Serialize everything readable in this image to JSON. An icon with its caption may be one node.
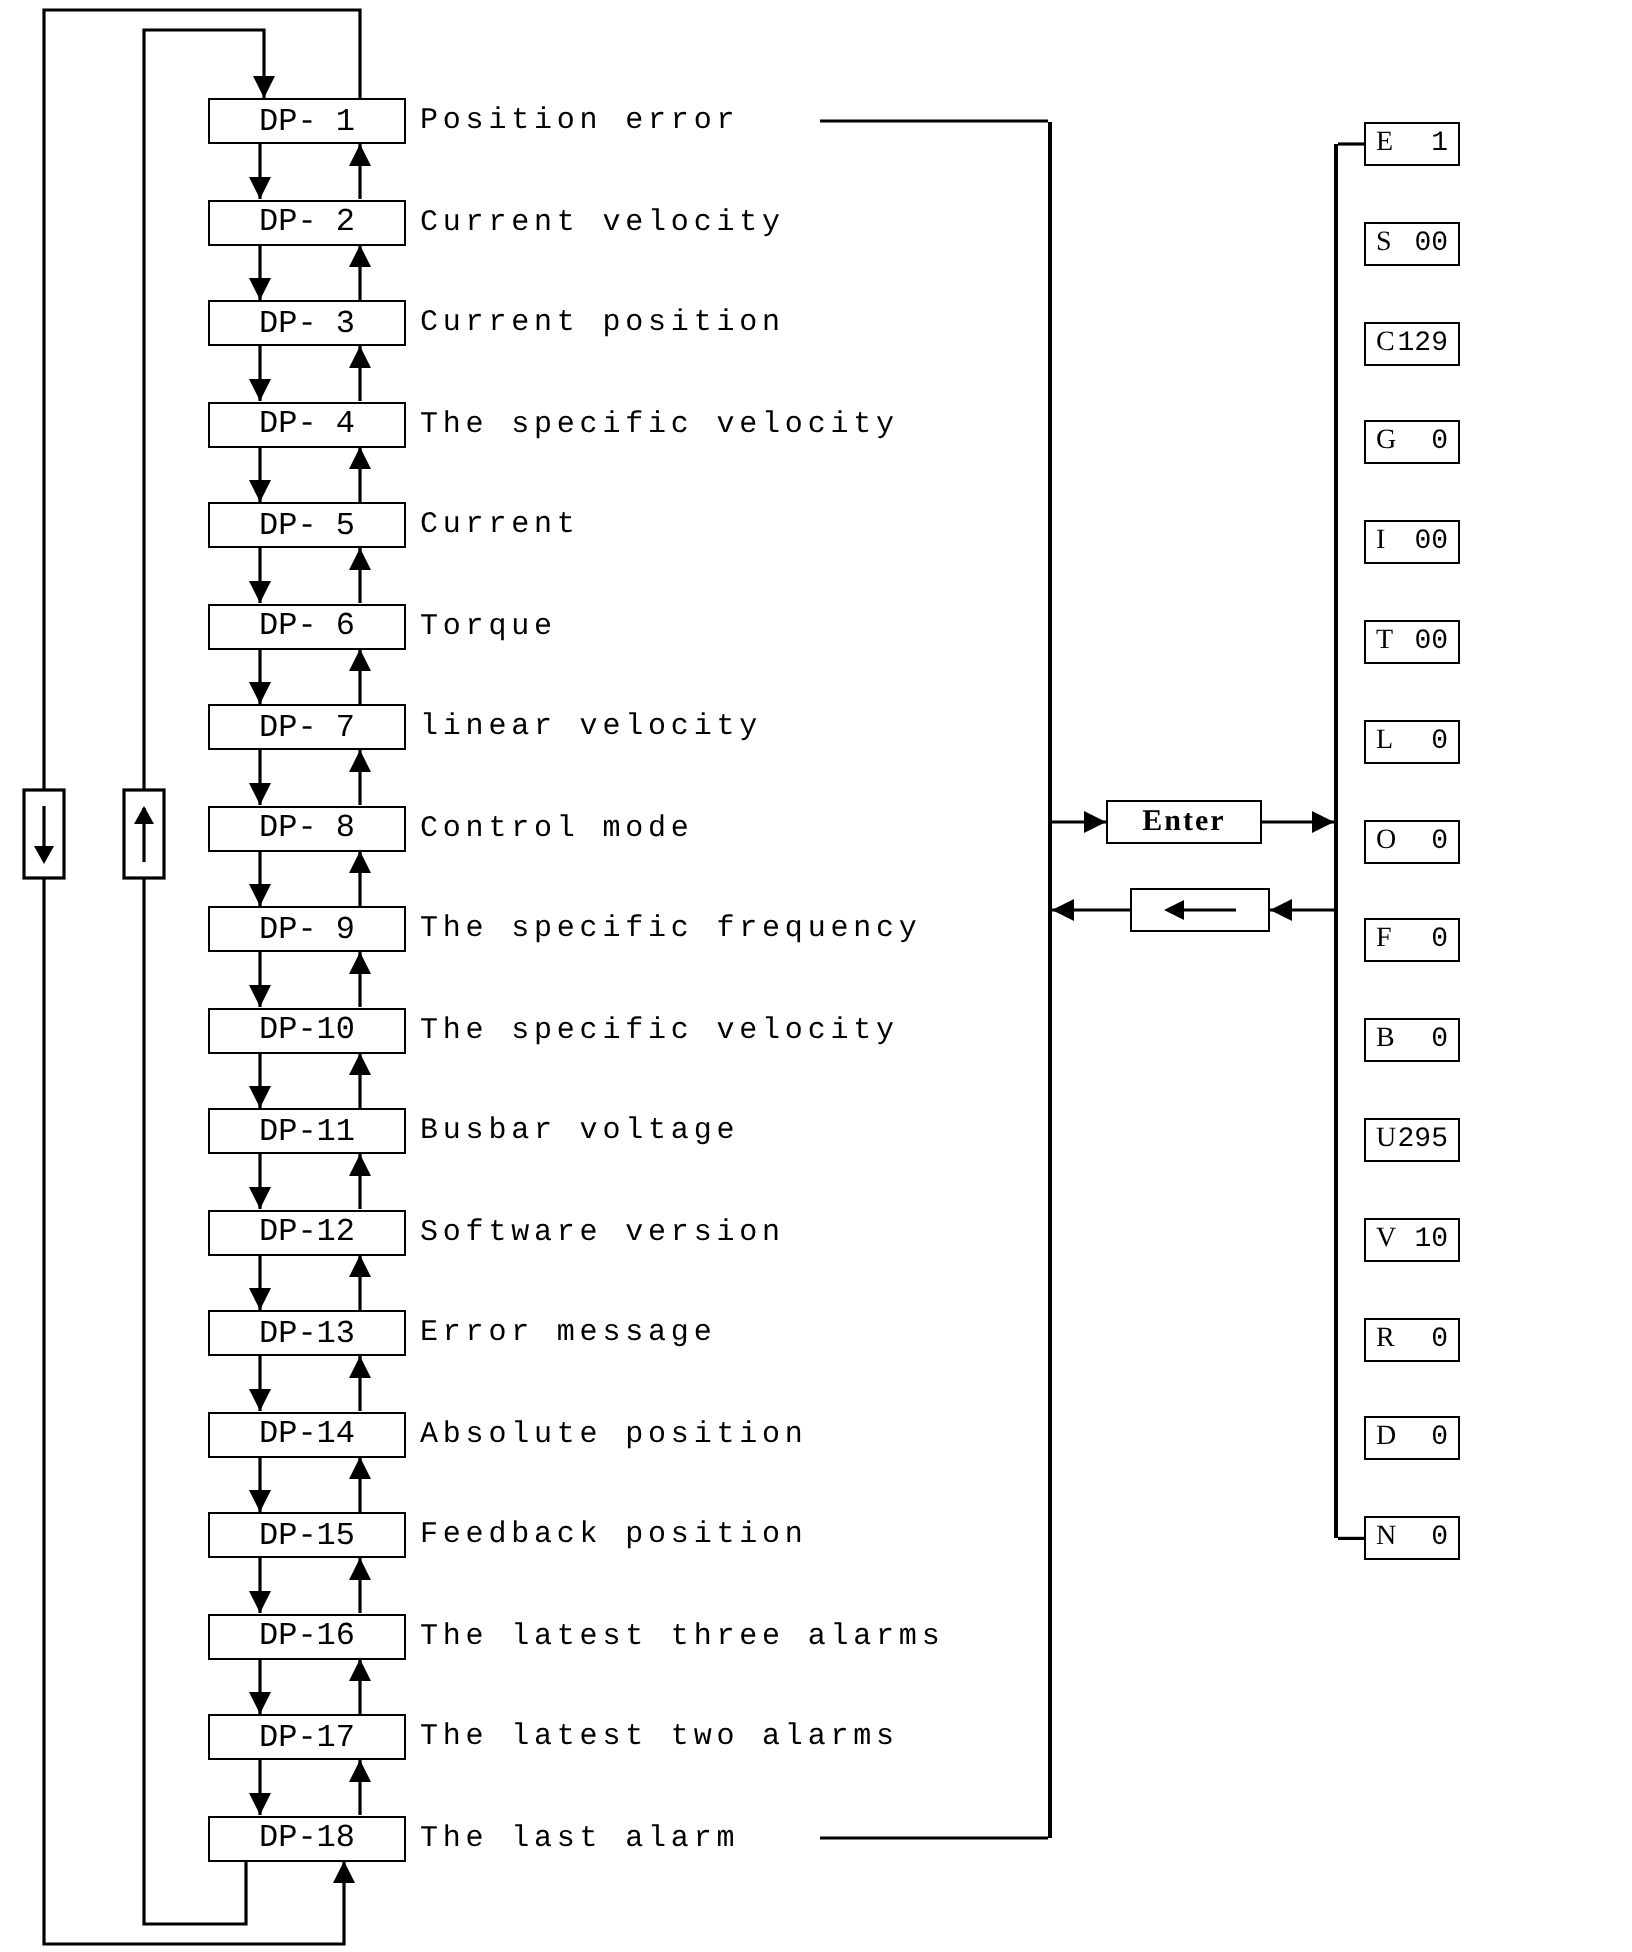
{
  "diagram": {
    "nodes": [
      {
        "text": [
          "DP- 1"
        ],
        "beside": [
          "Position error"
        ]
      },
      {
        "text": [
          "DP- 2"
        ],
        "beside": [
          "Current velocity"
        ]
      },
      {
        "text": [
          "DP- 3"
        ],
        "beside": [
          "Current position"
        ]
      },
      {
        "text": [
          "DP- 4"
        ],
        "beside": [
          "The specific velocity"
        ]
      },
      {
        "text": [
          "DP- 5"
        ],
        "beside": [
          "Current"
        ]
      },
      {
        "text": [
          "DP- 6"
        ],
        "beside": [
          "Torque"
        ]
      },
      {
        "text": [
          "DP- 7"
        ],
        "beside": [
          "linear velocity"
        ]
      },
      {
        "text": [
          "DP- 8"
        ],
        "beside": [
          "Control mode"
        ]
      },
      {
        "text": [
          "DP- 9"
        ],
        "beside": [
          "The specific frequency"
        ]
      },
      {
        "text": [
          "DP-10"
        ],
        "beside": [
          "The specific velocity"
        ]
      },
      {
        "text": [
          "DP-11"
        ],
        "beside": [
          "Busbar voltage"
        ]
      },
      {
        "text": [
          "DP-12"
        ],
        "beside": [
          "Software version"
        ]
      },
      {
        "text": [
          "DP-13"
        ],
        "beside": [
          "Error message"
        ]
      },
      {
        "text": [
          "DP-14"
        ],
        "beside": [
          "Absolute position"
        ]
      },
      {
        "text": [
          "DP-15"
        ],
        "beside": [
          "Feedback position"
        ]
      },
      {
        "text": [
          "DP-16"
        ],
        "beside": [
          "The latest three alarms"
        ]
      },
      {
        "text": [
          "DP-17"
        ],
        "beside": [
          "The latest two alarms"
        ]
      },
      {
        "text": [
          "DP-18"
        ],
        "beside": [
          "The last alarm"
        ]
      },
      {
        "text": [
          "E",
          "1"
        ]
      },
      {
        "text": [
          "S",
          "00"
        ]
      },
      {
        "text": [
          "C",
          "129"
        ]
      },
      {
        "text": [
          "G",
          "0"
        ]
      },
      {
        "text": [
          "I",
          "00"
        ]
      },
      {
        "text": [
          "T",
          "00"
        ]
      },
      {
        "text": [
          "L",
          "0"
        ]
      },
      {
        "text": [
          "O",
          "0"
        ]
      },
      {
        "text": [
          "F",
          "0"
        ]
      },
      {
        "text": [
          "B",
          "0"
        ]
      },
      {
        "text": [
          "U",
          "295"
        ]
      },
      {
        "text": [
          "V",
          "10"
        ]
      },
      {
        "text": [
          "R",
          "0"
        ]
      },
      {
        "text": [
          "D",
          "0"
        ]
      },
      {
        "text": [
          "N",
          "0"
        ]
      },
      {
        "text": [
          "Enter"
        ]
      },
      {
        "text": [],
        "shape": "box"
      },
      {
        "text": [],
        "shape": "bar"
      },
      {
        "text": [],
        "shape": "bar"
      }
    ],
    "edges": [
      {
        "from": 0,
        "to": 1,
        "arrow": "to"
      },
      {
        "from": 1,
        "to": 0,
        "arrow": "to"
      },
      {
        "from": 1,
        "to": 2,
        "arrow": "to"
      },
      {
        "from": 2,
        "to": 1,
        "arrow": "to"
      },
      {
        "from": 2,
        "to": 3,
        "arrow": "to"
      },
      {
        "from": 3,
        "to": 2,
        "arrow": "to"
      },
      {
        "from": 3,
        "to": 4,
        "arrow": "to"
      },
      {
        "from": 4,
        "to": 3,
        "arrow": "to"
      },
      {
        "from": 4,
        "to": 5,
        "arrow": "to"
      },
      {
        "from": 5,
        "to": 4,
        "arrow": "to"
      },
      {
        "from": 5,
        "to": 6,
        "arrow": "to"
      },
      {
        "from": 6,
        "to": 5,
        "arrow": "to"
      },
      {
        "from": 6,
        "to": 7,
        "arrow": "to"
      },
      {
        "from": 7,
        "to": 6,
        "arrow": "to"
      },
      {
        "from": 7,
        "to": 8,
        "arrow": "to"
      },
      {
        "from": 8,
        "to": 7,
        "arrow": "to"
      },
      {
        "from": 8,
        "to": 9,
        "arrow": "to"
      },
      {
        "from": 9,
        "to": 8,
        "arrow": "to"
      },
      {
        "from": 9,
        "to": 10,
        "arrow": "to"
      },
      {
        "from": 10,
        "to": 9,
        "arrow": "to"
      },
      {
        "from": 10,
        "to": 11,
        "arrow": "to"
      },
      {
        "from": 11,
        "to": 10,
        "arrow": "to"
      },
      {
        "from": 11,
        "to": 12,
        "arrow": "to"
      },
      {
        "from": 12,
        "to": 11,
        "arrow": "to"
      },
      {
        "from": 12,
        "to": 13,
        "arrow": "to"
      },
      {
        "from": 13,
        "to": 12,
        "arrow": "to"
      },
      {
        "from": 13,
        "to": 14,
        "arrow": "to"
      },
      {
        "from": 14,
        "to": 13,
        "arrow": "to"
      },
      {
        "from": 14,
        "to": 15,
        "arrow": "to"
      },
      {
        "from": 15,
        "to": 14,
        "arrow": "to"
      },
      {
        "from": 15,
        "to": 16,
        "arrow": "to"
      },
      {
        "from": 16,
        "to": 15,
        "arrow": "to"
      },
      {
        "from": 16,
        "to": 17,
        "arrow": "to"
      },
      {
        "from": 17,
        "to": 16,
        "arrow": "to"
      },
      {
        "from": 17,
        "to": 0,
        "arrow": "to"
      },
      {
        "from": 0,
        "to": 17,
        "arrow": "to"
      },
      {
        "from": 35,
        "to": 33,
        "arrow": "to"
      },
      {
        "from": 33,
        "to": 36,
        "arrow": "to"
      },
      {
        "from": 36,
        "to": 34,
        "arrow": "to"
      },
      {
        "from": 34,
        "to": 35,
        "arrow": "to"
      },
      {
        "from": 36,
        "to": 18,
        "arrow": "none"
      },
      {
        "from": 36,
        "to": 32,
        "arrow": "none"
      }
    ]
  }
}
